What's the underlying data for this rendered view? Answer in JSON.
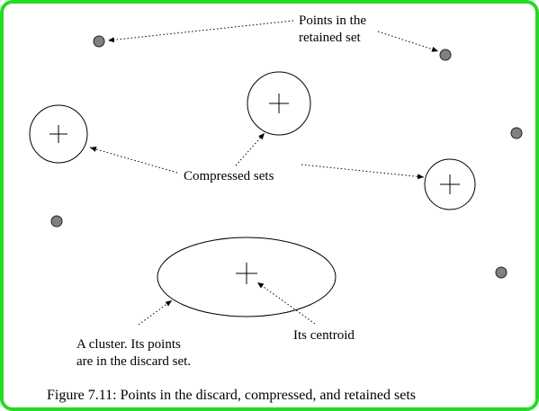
{
  "labels": {
    "retained": [
      "Points in the",
      "retained set"
    ],
    "compressed": "Compressed sets",
    "cluster": [
      "A cluster.  Its points",
      "are in the discard set."
    ],
    "centroid": "Its centroid"
  },
  "caption": "Figure 7.11: Points in the discard, compressed, and retained sets",
  "colors": {
    "frame": "#22dd22",
    "point_fill": "#808080",
    "stroke": "#000000"
  }
}
